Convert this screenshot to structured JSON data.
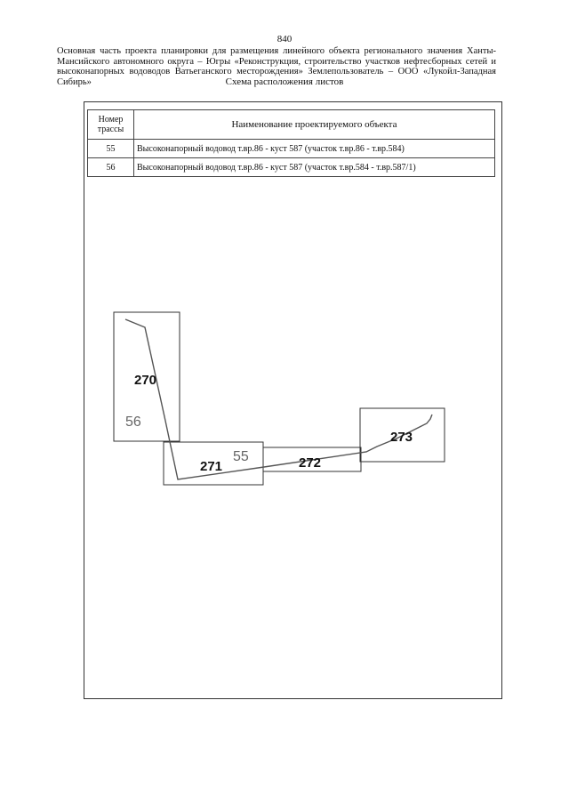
{
  "page_number": "840",
  "header_text": "Основная часть проекта планировки для размещения линейного объекта регионального значения Ханты-Мансийского автономного округа – Югры «Реконструкция, строительство участков нефтесборных сетей и высоконапорных водоводов Ватьеганского месторождения» Землепользователь – ООО «Лукойл-Западная Сибирь»",
  "scheme_title": "Схема расположения листов",
  "table": {
    "col_number": "Номер трассы",
    "col_name": "Наименование проектируемого объекта",
    "rows": [
      {
        "number": "55",
        "name": "Высоконапорный водовод т.вр.86 - куст 587 (участок т.вр.86 - т.вр.584)"
      },
      {
        "number": "56",
        "name": "Высоконапорный водовод т.вр.86 - куст 587 (участок т.вр.584 - т.вр.587/1)"
      }
    ]
  },
  "sheets": [
    "270",
    "271",
    "272",
    "273"
  ],
  "route_labels": [
    "56",
    "55"
  ]
}
